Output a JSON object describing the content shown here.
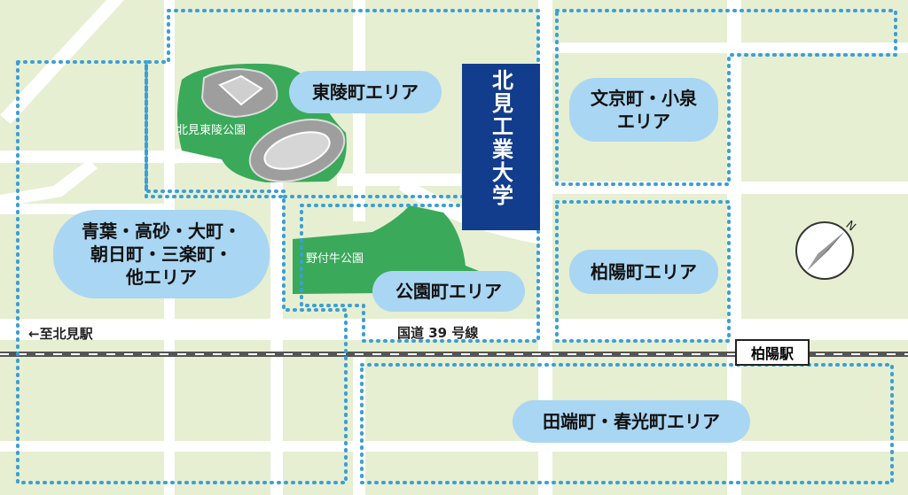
{
  "areas": {
    "toryo": "東陵町エリア",
    "bunkyo": "文京町・小泉\nエリア",
    "aoba": "青葉・高砂・大町・\n朝日町・三楽町・\n他エリア",
    "koen": "公園町エリア",
    "hakuyo": "柏陽町エリア",
    "tabata": "田端町・春光町エリア"
  },
  "parks": {
    "toryo_park": "北見東陵公園",
    "notsuke_park": "野付牛公園"
  },
  "university": "北見工業大学",
  "road": "国道 39 号線",
  "direction": "←至北見駅",
  "station": "柏陽駅",
  "compass": "N",
  "colors": {
    "background": "#e6efd1",
    "road": "#ffffff",
    "park": "#3aa95a",
    "bubble": "#a9d6f2",
    "university": "#123d8c",
    "dotted": "#3a9fd6"
  }
}
